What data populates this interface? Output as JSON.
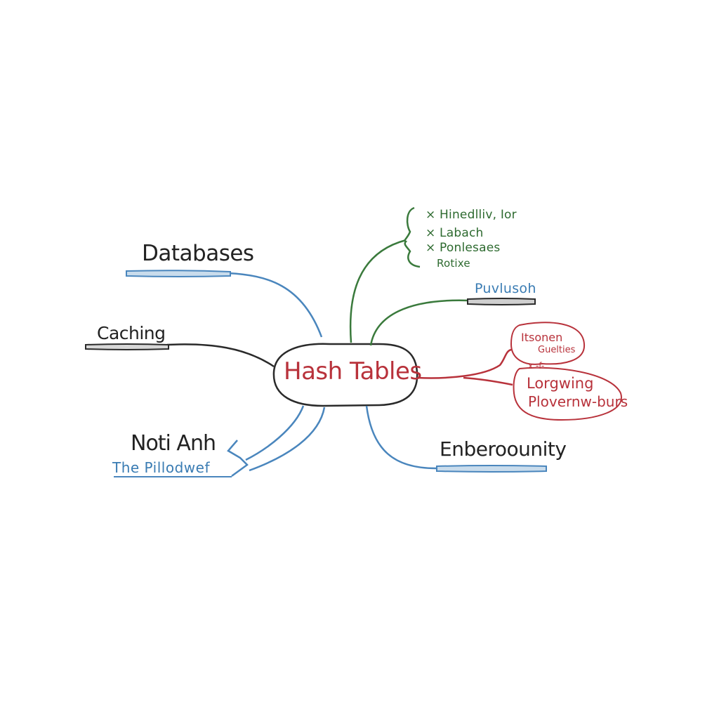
{
  "mind_map": {
    "center": {
      "label": "Hash Tables"
    },
    "branches": {
      "databases": {
        "label": "Databases"
      },
      "caching": {
        "label": "Caching"
      },
      "not_anh": {
        "label": "Noti Anh",
        "sub_label": "The Pillodwef"
      },
      "enberoounity": {
        "label": "Enberoounity"
      },
      "puvlusoh": {
        "label": "Puvlusoh"
      },
      "green_list": {
        "items": [
          "× Hinedlliv, Ior",
          "× Labach",
          "× Ponlesaes",
          "Rotixe"
        ]
      },
      "red_cluster": {
        "items": [
          "Itsonen",
          "Guelties",
          "ɤ -f-",
          "Lorgwing",
          "Plovernw-burs"
        ]
      }
    }
  },
  "colors": {
    "blue": "#3a7cb3",
    "green": "#2d6a2f",
    "red": "#b8323b",
    "ink": "#222222"
  }
}
